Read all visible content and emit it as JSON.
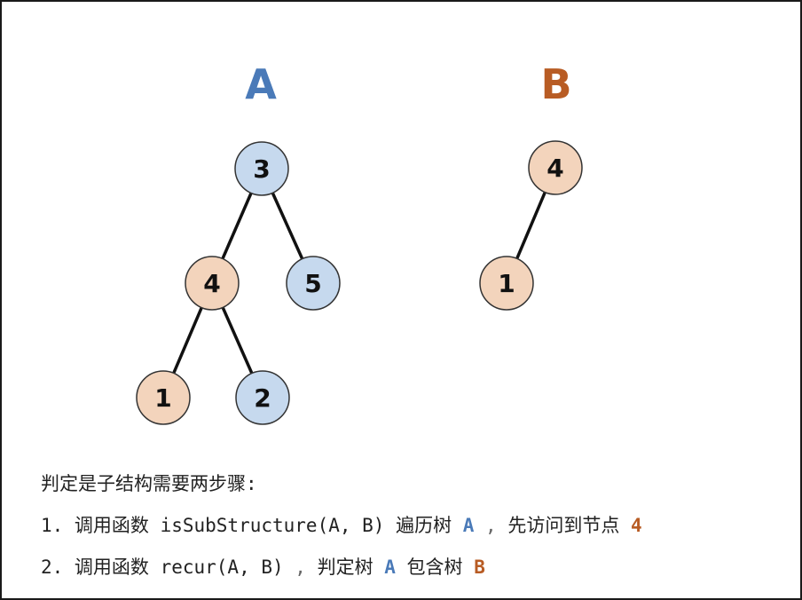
{
  "tree_a": {
    "label": "A",
    "nodes": [
      {
        "id": "a3",
        "value": "3",
        "fill": "#c6d9ee"
      },
      {
        "id": "a4",
        "value": "4",
        "fill": "#f3d4bc"
      },
      {
        "id": "a5",
        "value": "5",
        "fill": "#c6d9ee"
      },
      {
        "id": "a1",
        "value": "1",
        "fill": "#f3d4bc"
      },
      {
        "id": "a2",
        "value": "2",
        "fill": "#c6d9ee"
      }
    ],
    "edges": [
      [
        "a3",
        "a4"
      ],
      [
        "a3",
        "a5"
      ],
      [
        "a4",
        "a1"
      ],
      [
        "a4",
        "a2"
      ]
    ]
  },
  "tree_b": {
    "label": "B",
    "nodes": [
      {
        "id": "b4",
        "value": "4",
        "fill": "#f3d4bc"
      },
      {
        "id": "b1",
        "value": "1",
        "fill": "#f3d4bc"
      }
    ],
    "edges": [
      [
        "b4",
        "b1"
      ]
    ]
  },
  "colors": {
    "tree_a_accent": "#4a7ab8",
    "tree_b_accent": "#b85c24",
    "node_blue": "#c6d9ee",
    "node_orange": "#f3d4bc",
    "edge": "#111111"
  },
  "caption": {
    "heading": "判定是子结构需要两步骤:",
    "step1": {
      "prefix": "1. 调用函数 isSubStructure(A, B) 遍历树 ",
      "tree": "A",
      "sep": " , ",
      "middle": "先访问到节点 ",
      "node": "4"
    },
    "step2": {
      "prefix": "2. 调用函数 recur(A, B) ",
      "sep": ", ",
      "middle": "判定树 ",
      "tree_a": "A",
      "contains": " 包含树 ",
      "tree_b": "B"
    }
  }
}
